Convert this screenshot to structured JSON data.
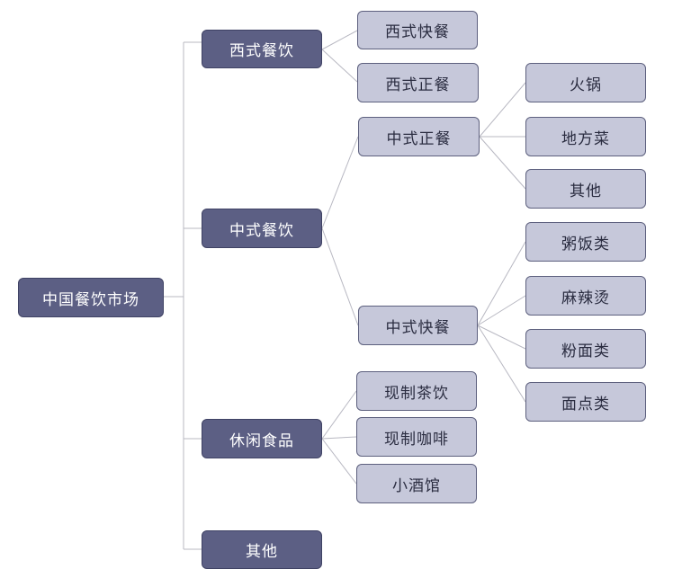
{
  "colors": {
    "level1_fill": "#5c5f84",
    "level2_fill": "#5c5f84",
    "leaf_fill": "#c6c8da",
    "leaf_border": "#5d607e",
    "connector": "#b8b8c2"
  },
  "root": {
    "label": "中国餐饮市场"
  },
  "western": {
    "label": "西式餐饮",
    "fast_food": "西式快餐",
    "formal": "西式正餐"
  },
  "chinese": {
    "label": "中式餐饮",
    "formal": {
      "label": "中式正餐",
      "hotpot": "火锅",
      "regional": "地方菜",
      "other": "其他"
    },
    "fast": {
      "label": "中式快餐",
      "porridge_rice": "粥饭类",
      "malatang": "麻辣烫",
      "noodles": "粉面类",
      "pastry": "面点类"
    }
  },
  "leisure": {
    "label": "休闲食品",
    "tea": "现制茶饮",
    "coffee": "现制咖啡",
    "bistro": "小酒馆"
  },
  "other": {
    "label": "其他"
  }
}
